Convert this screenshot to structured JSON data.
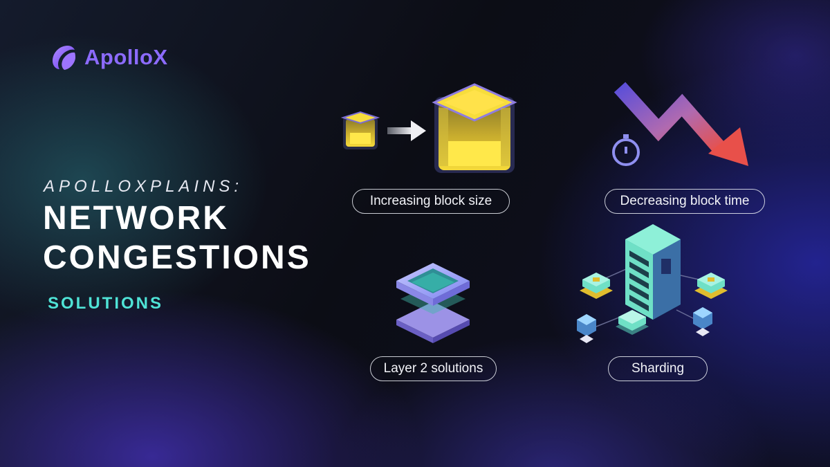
{
  "brand": {
    "name": "ApolloX",
    "color": "#8c6bff"
  },
  "eyebrow": "APOLLOXPLAINS:",
  "headline": {
    "line1": "NETWORK",
    "line2": "CONGESTIONS"
  },
  "subhead": "SOLUTIONS",
  "solutions": [
    {
      "label": "Increasing block size",
      "icon": "block-grow-icon"
    },
    {
      "label": "Decreasing block time",
      "icon": "trend-down-icon"
    },
    {
      "label": "Layer 2 solutions",
      "icon": "layers-icon"
    },
    {
      "label": "Sharding",
      "icon": "server-network-icon"
    }
  ],
  "colors": {
    "accent": "#4fe3d6",
    "block": "#f2d43a",
    "arrow_red": "#e0504a"
  }
}
